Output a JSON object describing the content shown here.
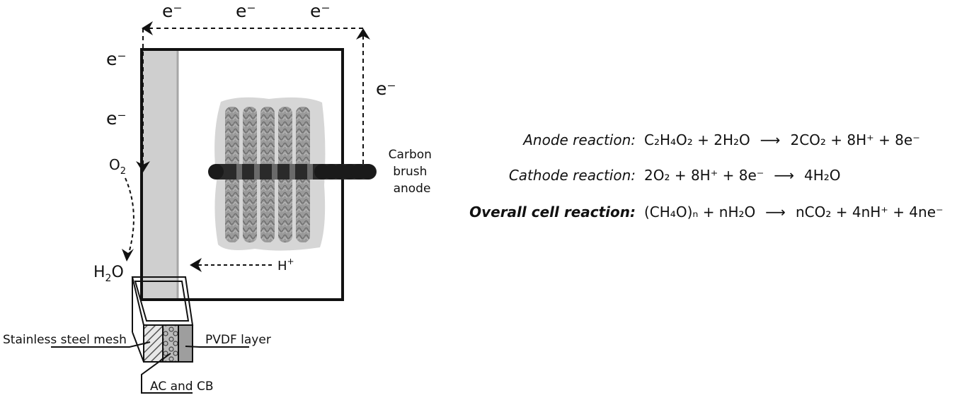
{
  "diagram": {
    "electron_labels": [
      "e⁻",
      "e⁻",
      "e⁻",
      "e⁻",
      "e⁻",
      "e⁻"
    ],
    "o2_label": "O",
    "o2_sub": "2",
    "h2o_label_h": "H",
    "h2o_label_sub": "2",
    "h2o_label_o": "O",
    "proton_label": "H",
    "proton_sup": "+",
    "anode_label_lines": [
      "Carbon",
      "brush",
      "anode"
    ],
    "mesh_label": "Stainless steel mesh",
    "pvdf_label": "PVDF layer",
    "accb_label": "AC and CB"
  },
  "reactions": [
    {
      "label": "Anode reaction:",
      "lhs": "C₂H₄O₂ + 2H₂O",
      "arrow": "⟶",
      "rhs": "2CO₂ + 8H⁺ + 8e⁻"
    },
    {
      "label": "Cathode reaction:",
      "lhs": "2O₂ + 8H⁺ + 8e⁻",
      "arrow": "⟶",
      "rhs": "4H₂O"
    },
    {
      "label": "Overall cell reaction:",
      "lhs": "(CH₄O)ₙ + nH₂O",
      "arrow": "⟶",
      "rhs": "nCO₂ + 4nH⁺ + 4ne⁻"
    }
  ]
}
